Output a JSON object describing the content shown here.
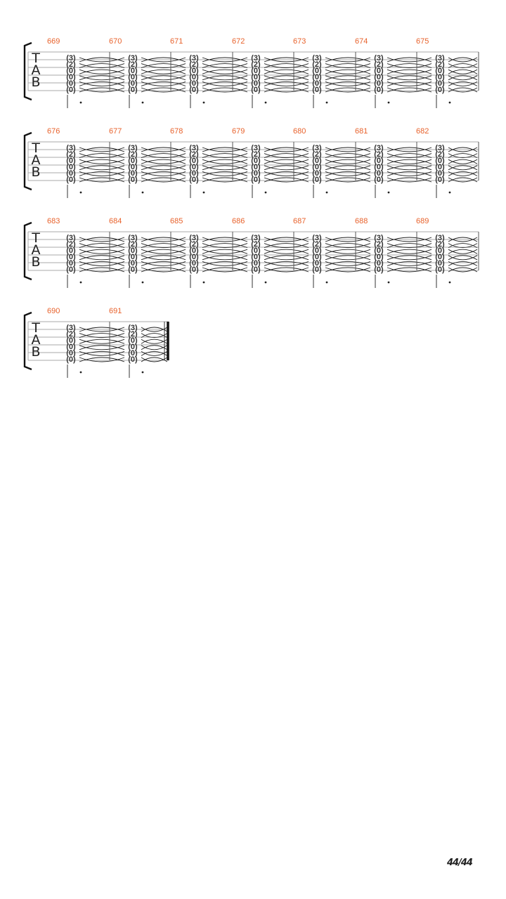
{
  "tab_clef": [
    "T",
    "A",
    "B"
  ],
  "systems": [
    {
      "measures": [
        "669",
        "670",
        "671",
        "672",
        "673",
        "674",
        "675"
      ],
      "final_barline": false
    },
    {
      "measures": [
        "676",
        "677",
        "678",
        "679",
        "680",
        "681",
        "682"
      ],
      "final_barline": false
    },
    {
      "measures": [
        "683",
        "684",
        "685",
        "686",
        "687",
        "688",
        "689"
      ],
      "final_barline": false
    },
    {
      "measures": [
        "690",
        "691"
      ],
      "final_barline": true
    }
  ],
  "chord_frets": [
    "(3)",
    "(2)",
    "(0)",
    "(0)",
    "(0)",
    "(0)"
  ],
  "page_number": "44/44",
  "colors": {
    "measure_number": "#e8622c",
    "staff_line": "#a8a8a8",
    "ink": "#333333"
  }
}
